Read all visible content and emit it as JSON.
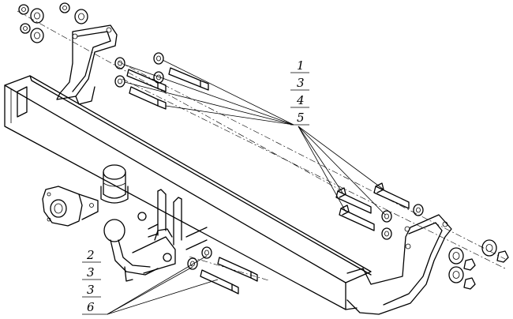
{
  "callouts_right": [
    "1",
    "3",
    "4",
    "5"
  ],
  "callouts_left": [
    "2",
    "3",
    "3",
    "6"
  ]
}
